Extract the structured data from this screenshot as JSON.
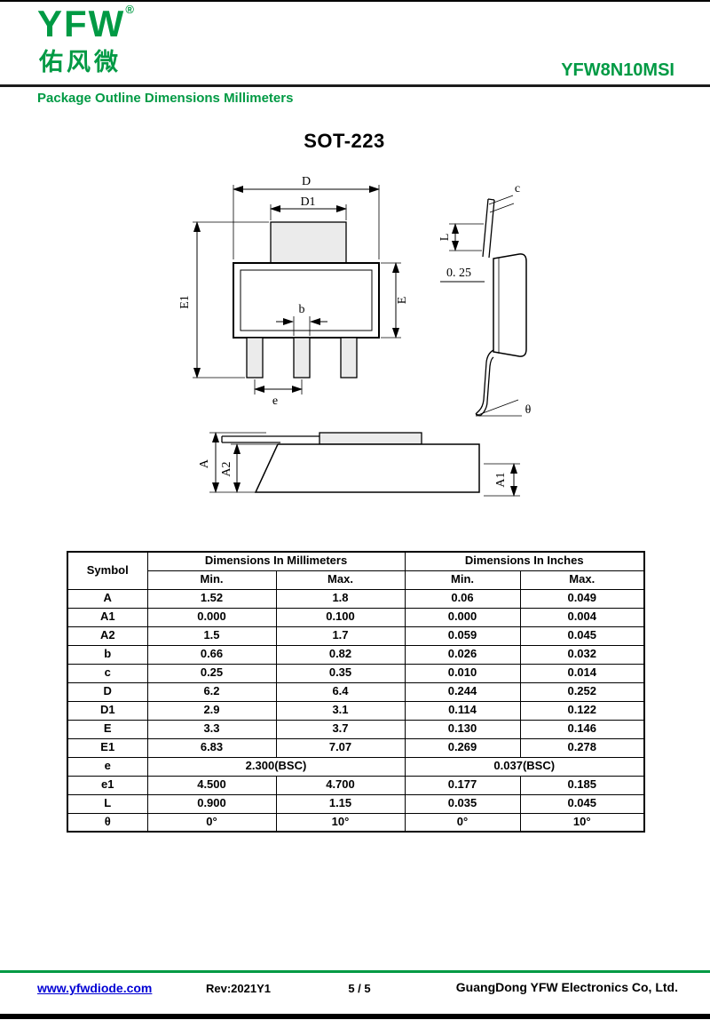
{
  "colors": {
    "green": "#009a44",
    "link_blue": "#0000d4",
    "rule_dark": "#1c1c1c"
  },
  "header": {
    "logo_text": "YFW",
    "registered_mark": "®",
    "logo_chinese": "佑风微",
    "part_number": "YFW8N10MSI",
    "section_title": "Package Outline Dimensions Millimeters"
  },
  "package_title": "SOT-223",
  "drawing": {
    "front": {
      "d": "D",
      "d1": "D1",
      "e1": "E1",
      "e": "E",
      "b": "b",
      "pitch": "e"
    },
    "side": {
      "c": "c",
      "l": "L",
      "datum": "0. 25",
      "theta": "θ"
    },
    "bottom": {
      "a": "A",
      "a2": "A2",
      "a1": "A1"
    }
  },
  "table": {
    "header": {
      "symbol": "Symbol",
      "mm_group": "Dimensions In Millimeters",
      "inch_group": "Dimensions In Inches",
      "min": "Min.",
      "max": "Max."
    },
    "rows": [
      {
        "symbol": "A",
        "mm_min": "1.52",
        "mm_max": "1.8",
        "in_min": "0.06",
        "in_max": "0.049"
      },
      {
        "symbol": "A1",
        "mm_min": "0.000",
        "mm_max": "0.100",
        "in_min": "0.000",
        "in_max": "0.004"
      },
      {
        "symbol": "A2",
        "mm_min": "1.5",
        "mm_max": "1.7",
        "in_min": "0.059",
        "in_max": "0.045"
      },
      {
        "symbol": "b",
        "mm_min": "0.66",
        "mm_max": "0.82",
        "in_min": "0.026",
        "in_max": "0.032"
      },
      {
        "symbol": "c",
        "mm_min": "0.25",
        "mm_max": "0.35",
        "in_min": "0.010",
        "in_max": "0.014"
      },
      {
        "symbol": "D",
        "mm_min": "6.2",
        "mm_max": "6.4",
        "in_min": "0.244",
        "in_max": "0.252"
      },
      {
        "symbol": "D1",
        "mm_min": "2.9",
        "mm_max": "3.1",
        "in_min": "0.114",
        "in_max": "0.122"
      },
      {
        "symbol": "E",
        "mm_min": "3.3",
        "mm_max": "3.7",
        "in_min": "0.130",
        "in_max": "0.146"
      },
      {
        "symbol": "E1",
        "mm_min": "6.83",
        "mm_max": "7.07",
        "in_min": "0.269",
        "in_max": "0.278"
      },
      {
        "symbol": "e",
        "mm_span": "2.300(BSC)",
        "in_span": "0.037(BSC)"
      },
      {
        "symbol": "e1",
        "mm_min": "4.500",
        "mm_max": "4.700",
        "in_min": "0.177",
        "in_max": "0.185"
      },
      {
        "symbol": "L",
        "mm_min": "0.900",
        "mm_max": "1.15",
        "in_min": "0.035",
        "in_max": "0.045"
      },
      {
        "symbol": "θ",
        "mm_min": "0°",
        "mm_max": "10°",
        "in_min": "0°",
        "in_max": "10°"
      }
    ]
  },
  "footer": {
    "website": "www.yfwdiode.com",
    "revision": "Rev:2021Y1",
    "page": "5 / 5",
    "company": "GuangDong YFW Electronics Co, Ltd."
  }
}
